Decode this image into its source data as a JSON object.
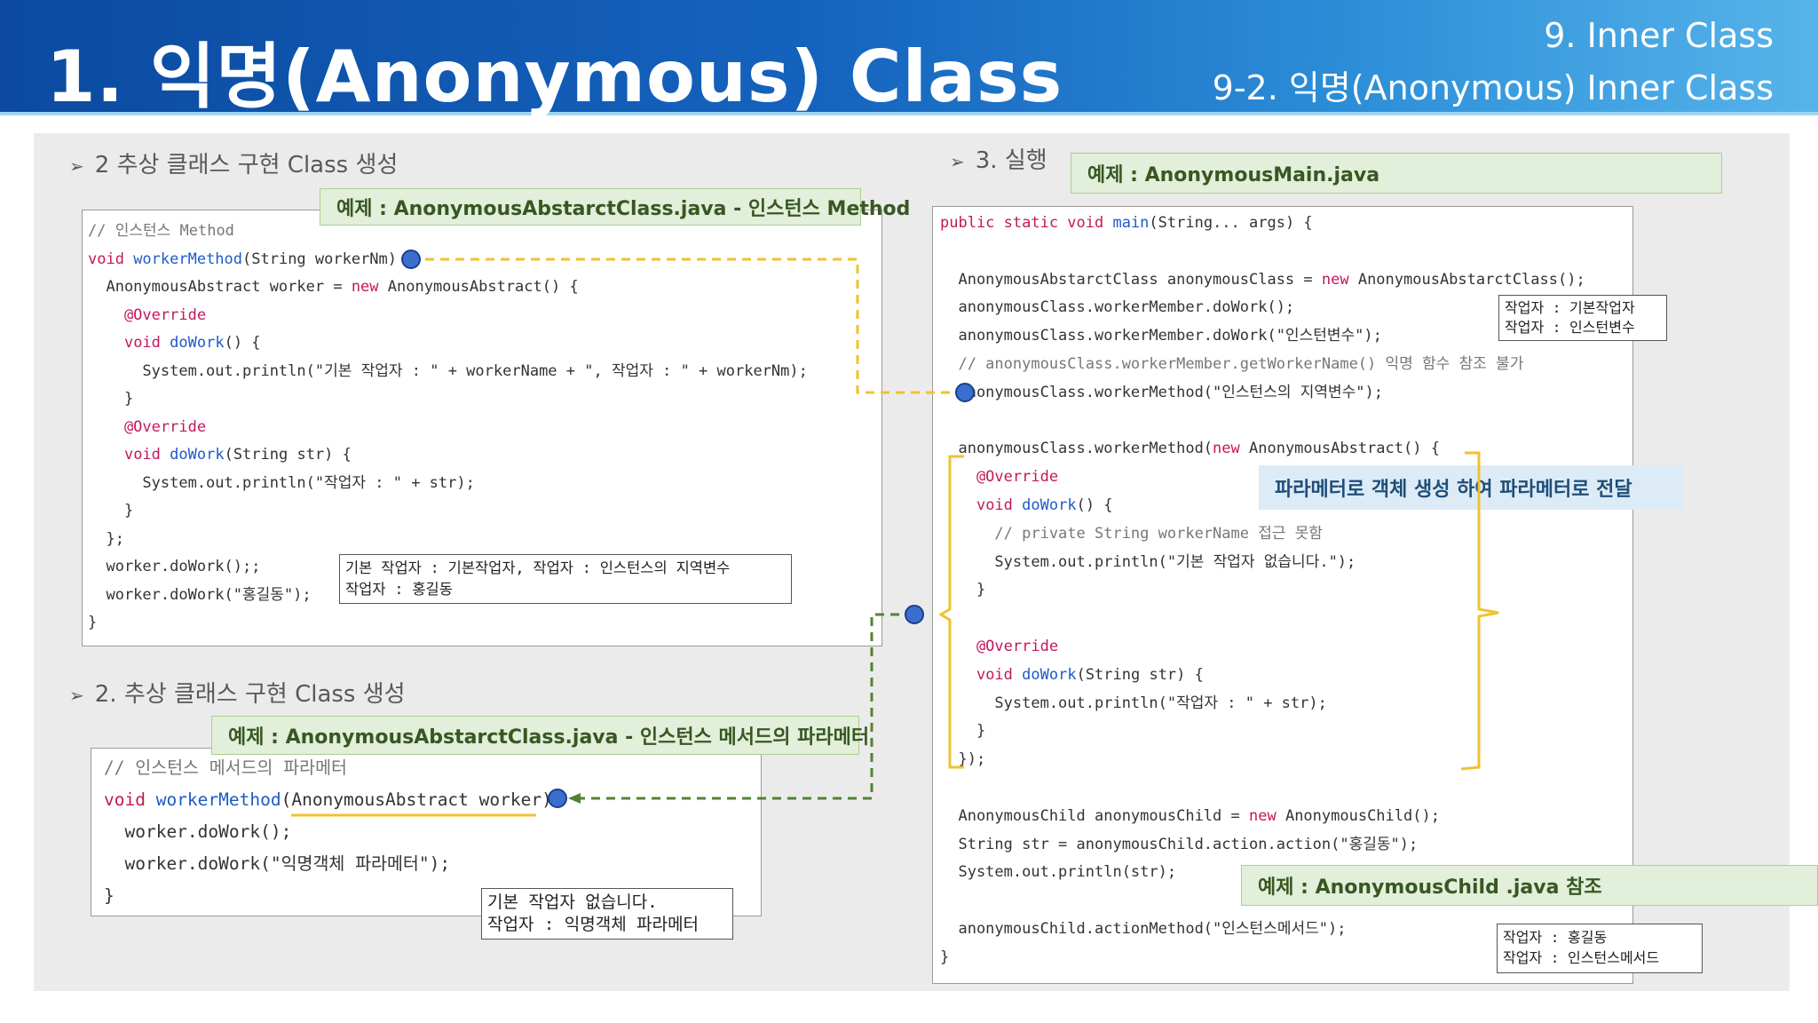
{
  "header": {
    "title": "1. 익명(Anonymous) Class",
    "chapter": "9. Inner Class",
    "section": "9-2. 익명(Anonymous) Inner Class"
  },
  "panel1": {
    "heading": "2 추상 클래스 구현 Class 생성",
    "label": "예제 : AnonymousAbstarctClass.java - 인스턴스 Method",
    "code": [
      "// 인스턴스 Method",
      "void workerMethod(String workerNm)",
      "  AnonymousAbstract worker = new AnonymousAbstract() {",
      "    @Override",
      "    void doWork() {",
      "      System.out.println(\"기본 작업자 : \" + workerName + \", 작업자 : \" + workerNm);",
      "    }",
      "    @Override",
      "    void doWork(String str) {",
      "      System.out.println(\"작업자 : \" + str);",
      "    }",
      "  };",
      "  worker.doWork();;",
      "  worker.doWork(\"홍길동\");",
      "}"
    ],
    "output": [
      "기본 작업자 : 기본작업자, 작업자 : 인스턴스의 지역변수",
      "작업자 : 홍길동"
    ]
  },
  "panel2": {
    "heading": "2. 추상 클래스 구현 Class 생성",
    "label": "예제 : AnonymousAbstarctClass.java - 인스턴스 메서드의 파라메터",
    "code": [
      "// 인스턴스 메서드의 파라메터",
      "void workerMethod(AnonymousAbstract worker)",
      "  worker.doWork();",
      "  worker.doWork(\"익명객체 파라메터\");",
      "}"
    ],
    "output": [
      "기본 작업자 없습니다.",
      "작업자 : 익명객체 파라메터"
    ]
  },
  "panel3": {
    "heading": "3. 실행",
    "label": "예제 : AnonymousMain.java",
    "code": [
      "public static void main(String... args) {",
      "",
      "  AnonymousAbstarctClass anonymousClass = new AnonymousAbstarctClass();",
      "  anonymousClass.workerMember.doWork();",
      "  anonymousClass.workerMember.doWork(\"인스턴변수\");",
      "  // anonymousClass.workerMember.getWorkerName() 익명 함수 참조 불가",
      "  anonymousClass.workerMethod(\"인스턴스의 지역변수\");",
      "",
      "  anonymousClass.workerMethod(new AnonymousAbstract() {",
      "    @Override",
      "    void doWork() {",
      "      // private String workerName 접근 못함",
      "      System.out.println(\"기본 작업자 없습니다.\");",
      "    }",
      "",
      "    @Override",
      "    void doWork(String str) {",
      "      System.out.println(\"작업자 : \" + str);",
      "    }",
      "  });",
      "",
      "  AnonymousChild anonymousChild = new AnonymousChild();",
      "  String str = anonymousChild.action.action(\"홍길동\");",
      "  System.out.println(str);",
      "",
      "  anonymousChild.actionMethod(\"인스턴스메서드\");",
      "}"
    ],
    "output_top": [
      "작업자 : 기본작업자",
      "작업자 : 인스턴변수"
    ],
    "note_param": "파라메터로 객체 생성 하여 파라메터로 전달",
    "label_child": "예제 : AnonymousChild .java 참조",
    "output_bottom": [
      "작업자 : 홍길동",
      "작업자 : 인스턴스메서드"
    ]
  },
  "colors": {
    "keyword": "#c2185b",
    "method": "#1e5ac8",
    "connector": "#f2c12e",
    "dashed_green": "#548235",
    "dot": "#3a6fd0"
  }
}
